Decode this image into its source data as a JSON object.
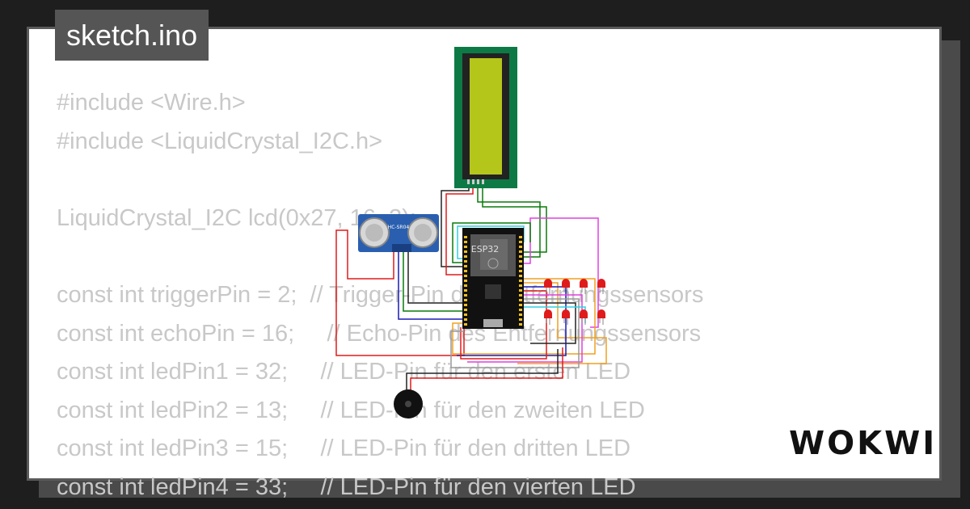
{
  "title": "sketch.ino",
  "code_lines": [
    "#include <Wire.h>",
    "#include <LiquidCrystal_I2C.h>",
    "",
    "LiquidCrystal_I2C lcd(0x27, 16, 2);",
    "",
    "const int triggerPin = 2;  // Trigger-Pin des Entfernungssensors",
    "const int echoPin = 16;     // Echo-Pin des Entfernungssensors",
    "const int ledPin1 = 32;     // LED-Pin für den ersten LED",
    "const int ledPin2 = 13;     // LED-Pin für den zweiten LED",
    "const int ledPin3 = 15;     // LED-Pin für den dritten LED",
    "const int ledPin4 = 33;     // LED-Pin für den vierten LED"
  ],
  "circuit": {
    "mcu_label": "ESP32",
    "sensor_label": "HC-SR04",
    "lcd_screen_color": "#b5c61a",
    "lcd_board_color": "#0d7a45",
    "led_color": "#e01b1b",
    "wire_colors": [
      "#e01b1b",
      "#0a7a0a",
      "#1a1ab8",
      "#e040e0",
      "#30d0e0",
      "#f0a020",
      "#222222",
      "#999999"
    ]
  },
  "brand": "WOKWI"
}
